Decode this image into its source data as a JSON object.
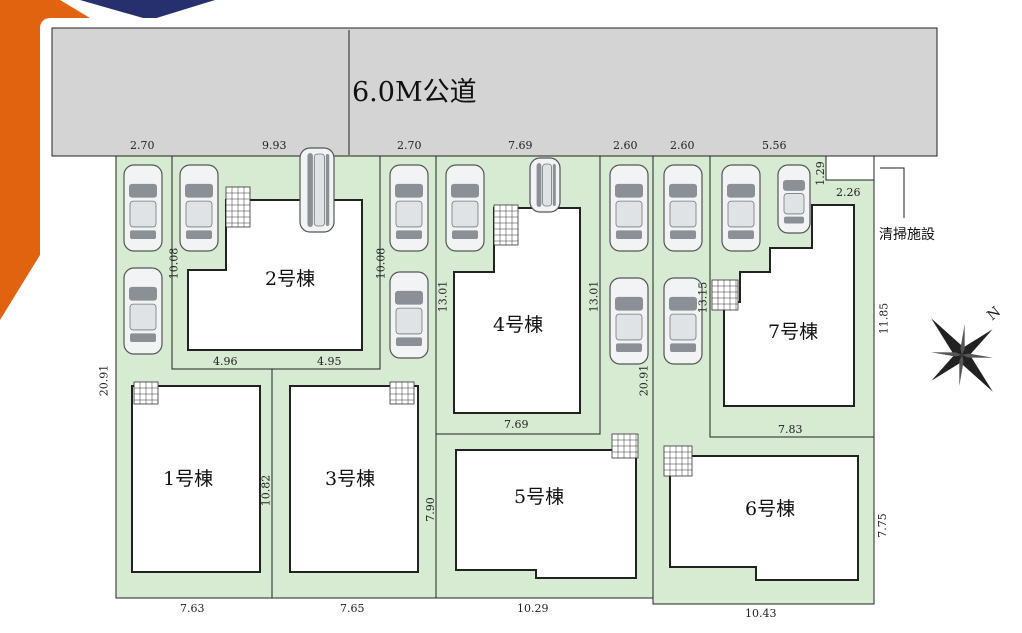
{
  "colors": {
    "lot": "#d7ead2",
    "road": "#d4d4d4",
    "building": "#ffffff",
    "outline": "#222222",
    "brand_orange": "#e1620f",
    "brand_navy": "#27306e"
  },
  "road": {
    "label": "6.0M公道"
  },
  "facility": {
    "label": "清掃施設"
  },
  "compass": {
    "north_label": "N"
  },
  "buildings": [
    {
      "id": "b1",
      "label": "1号棟"
    },
    {
      "id": "b2",
      "label": "2号棟"
    },
    {
      "id": "b3",
      "label": "3号棟"
    },
    {
      "id": "b4",
      "label": "4号棟"
    },
    {
      "id": "b5",
      "label": "5号棟"
    },
    {
      "id": "b6",
      "label": "6号棟"
    },
    {
      "id": "b7",
      "label": "7号棟"
    }
  ],
  "dimensions": {
    "top_2_70_a": "2.70",
    "top_9_93": "9.93",
    "top_2_70_b": "2.70",
    "top_7_69": "7.69",
    "top_2_60_a": "2.60",
    "top_2_60_b": "2.60",
    "top_5_56": "5.56",
    "top_1_29": "1.29",
    "top_2_26": "2.26",
    "v_10_08_a": "10.08",
    "v_10_08_b": "10.08",
    "v_13_01_a": "13.01",
    "v_13_01_b": "13.01",
    "v_13_15": "13.15",
    "v_11_85": "11.85",
    "v_20_91_a": "20.91",
    "v_20_91_b": "20.91",
    "v_10_82": "10.82",
    "v_7_90": "7.90",
    "v_7_75": "7.75",
    "h_4_96": "4.96",
    "h_4_95": "4.95",
    "h_7_69": "7.69",
    "h_7_83": "7.83",
    "b_7_63": "7.63",
    "b_7_65": "7.65",
    "b_10_29": "10.29",
    "b_10_43": "10.43"
  },
  "cars_count_note": ""
}
